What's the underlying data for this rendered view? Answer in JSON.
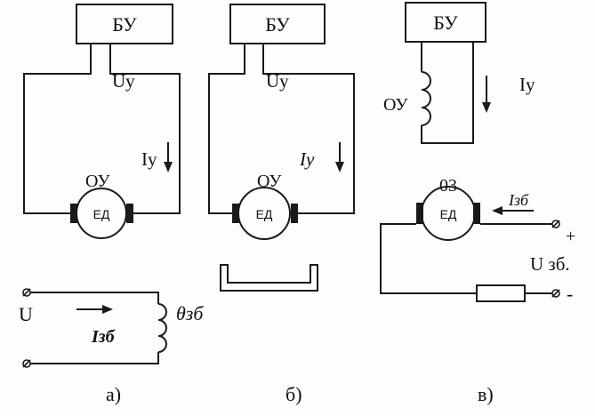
{
  "panels": {
    "a": {
      "control_unit": "БУ",
      "voltage_label": "Uу",
      "current_label": "Iу",
      "winding_label": "ОУ",
      "motor_label": "ЕД",
      "supply_label": "U",
      "excitation_current": "Iзб",
      "excitation_flux": "θзб",
      "caption": "а)"
    },
    "b": {
      "control_unit": "БУ",
      "voltage_label": "Uу",
      "current_label": "Iу",
      "winding_label": "ОУ",
      "motor_label": "ЕД",
      "caption": "б)"
    },
    "c": {
      "control_unit": "БУ",
      "current_label": "Iу",
      "winding_label": "ОУ",
      "winding_id": "03",
      "motor_label": "ЕД",
      "excitation_current": "Iзб",
      "plus_sign": "+",
      "minus_sign": "-",
      "supply_label": "U зб.",
      "caption": "в)"
    }
  }
}
